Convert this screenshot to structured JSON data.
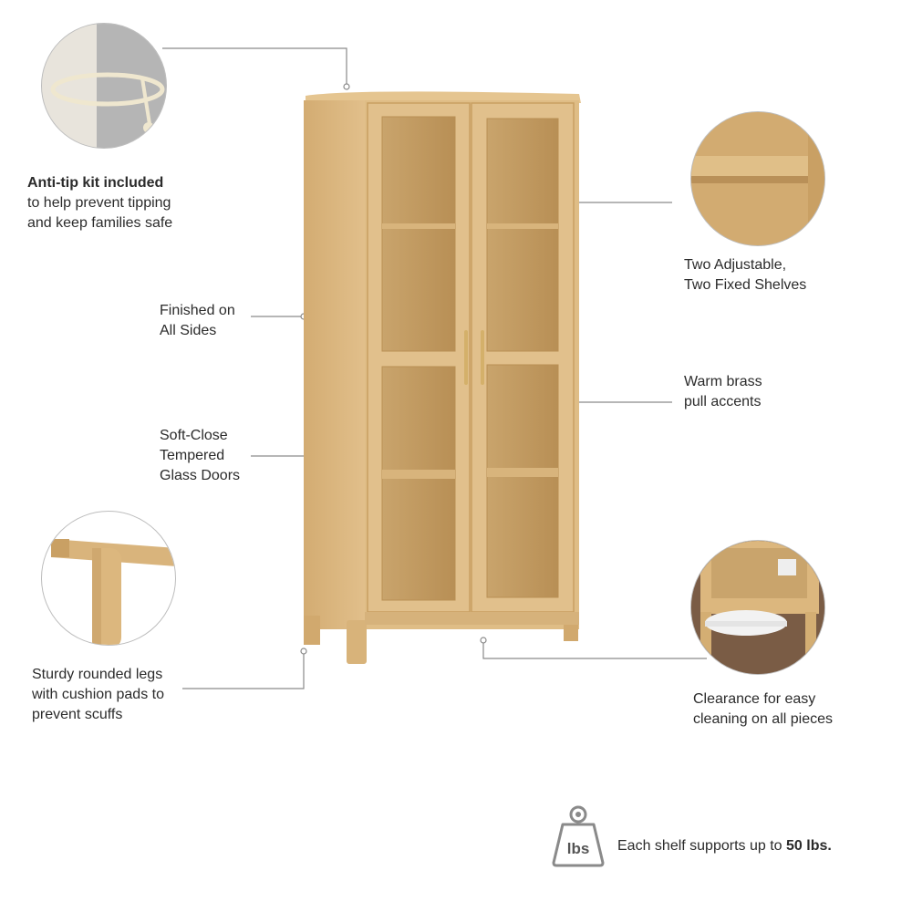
{
  "callouts": {
    "anti_tip": {
      "title": "Anti-tip kit included",
      "line1": "to help prevent tipping",
      "line2": "and keep families safe"
    },
    "finished": {
      "line1": "Finished on",
      "line2": "All Sides"
    },
    "soft_close": {
      "line1": "Soft-Close",
      "line2": "Tempered",
      "line3": "Glass Doors"
    },
    "legs": {
      "line1": "Sturdy rounded legs",
      "line2": "with cushion pads to",
      "line3": "prevent scuffs"
    },
    "shelves": {
      "line1": "Two Adjustable,",
      "line2": "Two Fixed Shelves"
    },
    "brass": {
      "line1": "Warm brass",
      "line2": "pull accents"
    },
    "clearance": {
      "line1": "Clearance for easy",
      "line2": "cleaning on all pieces"
    }
  },
  "weight": {
    "icon_label": "lbs",
    "text_prefix": "Each shelf supports up to",
    "text_value": "50 lbs."
  },
  "icons": [
    "weight-icon"
  ],
  "colors": {
    "wood": "#dcb77e",
    "wood_dark": "#c79c5c",
    "brass": "#d4b06a",
    "line": "#8a8a8a"
  }
}
